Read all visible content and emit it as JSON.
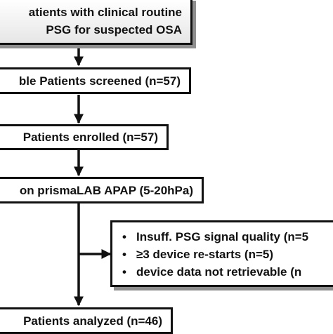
{
  "flow": {
    "box1": {
      "line1": "atients with clinical routine",
      "line2": "PSG for suspected OSA"
    },
    "box2": {
      "label": "ble Patients screened (n=57)"
    },
    "box3": {
      "label": "Patients enrolled (n=57)"
    },
    "box4": {
      "label": "on prismaLAB APAP (5-20hPa)"
    },
    "exclusions": {
      "bullet": "•",
      "items": [
        "Insuff. PSG signal quality (n=5",
        "≥3 device re-starts (n=5)",
        "device data not retrievable (n"
      ]
    },
    "box5": {
      "label": "Patients analyzed (n=46)"
    }
  },
  "colors": {
    "line": "#111111",
    "shadow": "#8f8f8f",
    "shade_bottom": "#e6e6e6"
  }
}
